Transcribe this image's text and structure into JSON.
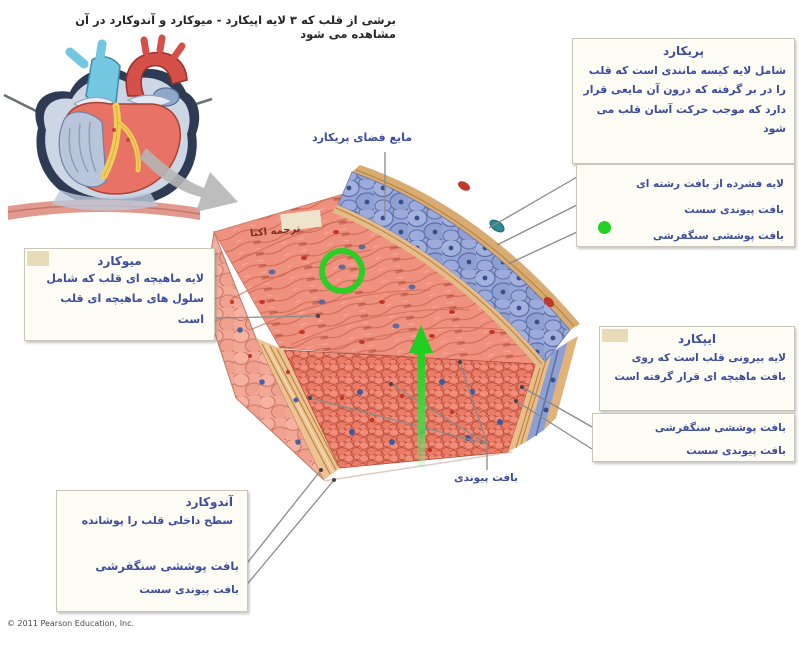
{
  "page": {
    "title": "برشی از قلب که ۳ لایه اپیکارد - میوکارد و آندوکارد در آن مشاهده می شود",
    "copyright": "© 2011 Pearson Education, Inc.",
    "watermark": "ترجمه اکیا"
  },
  "colors": {
    "annotation_green": "#23d123",
    "label_text_blue": "#3c4c9e",
    "box_background": "#fdfcf5",
    "pointer_line_gray": "#8a8a8a"
  },
  "boxes": {
    "pericardium": {
      "title": "پریکارد",
      "body": "شامل لایه کیسه مانندی است که قلب را در بر گرفته که درون آن مایعی قرار دارد که موجب حرکت آسان قلب می شود"
    },
    "pericardium_layers": {
      "items": [
        "لایه فشرده از بافت رشته ای",
        "بافت پیوندی سست",
        "بافت پوششی سنگفرشی"
      ]
    },
    "epicardium": {
      "title": "ایپکارد",
      "body": "لایه بیرونی قلب است که روی بافت ماهیچه ای قرار گرفته است"
    },
    "epicardium_layers": {
      "items": [
        "بافت پوششی سنگفرشی",
        "بافت پیوندی سست"
      ]
    },
    "myocardium": {
      "title": "میوکارد",
      "body": "لایه ماهیچه ای قلب که شامل سلول های ماهیچه ای قلب است"
    },
    "endocardium": {
      "title": "آندوکارد",
      "body": "سطح داخلی قلب را پوشانده",
      "items": [
        "بافت پوششی سنگفرشی",
        "بافت پیوندی سست"
      ]
    }
  },
  "labels": {
    "pericardial_fluid": "مایع فضای پریکارد",
    "connective_tissue": "بافت پیوندی"
  }
}
